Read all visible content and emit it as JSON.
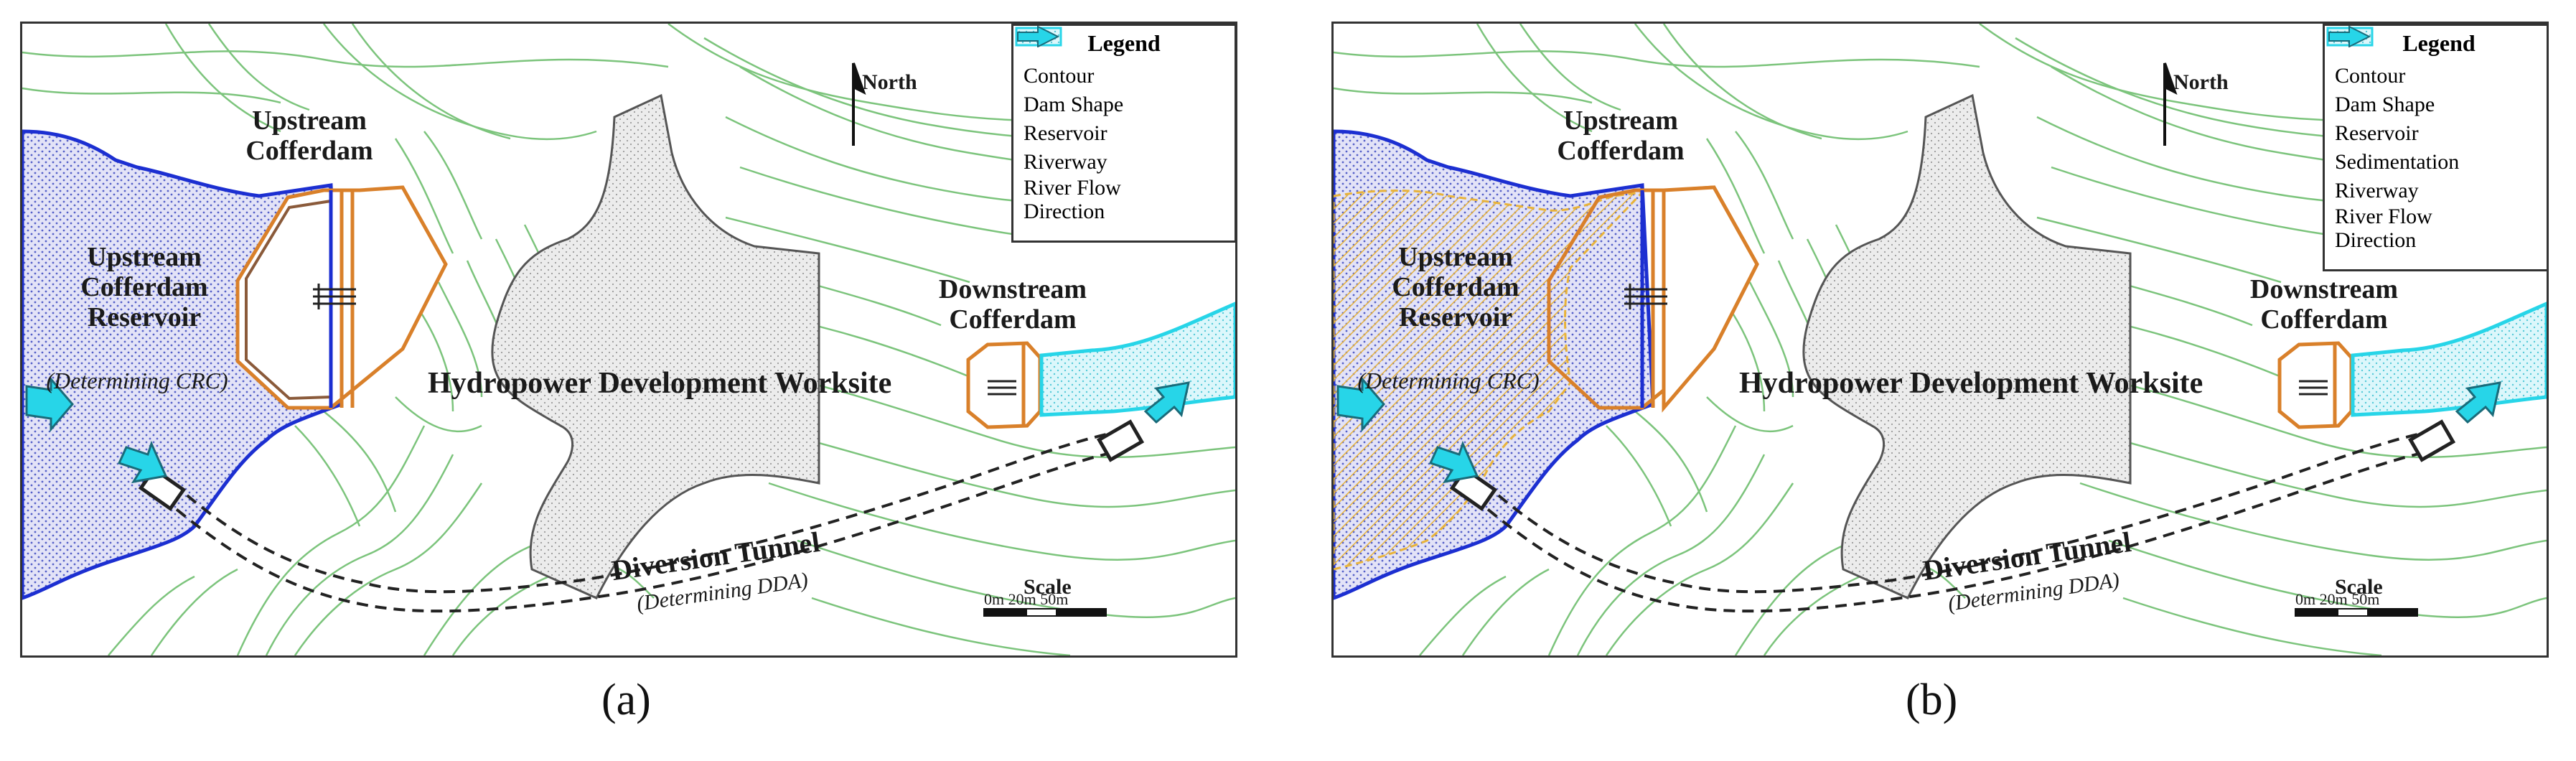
{
  "panel_a": {
    "caption": "(a)",
    "legend": {
      "title": "Legend",
      "items": [
        {
          "label": "Contour",
          "kind": "contour"
        },
        {
          "label": "Dam Shape",
          "kind": "dam"
        },
        {
          "label": "Reservoir",
          "kind": "reservoir"
        },
        {
          "label": "Riverway",
          "kind": "riverway"
        },
        {
          "label": "River Flow Direction",
          "kind": "flow"
        }
      ]
    },
    "north_label": "North",
    "upstream_cofferdam": "Upstream Cofferdam",
    "reservoir_label": "Upstream Cofferdam Reservoir",
    "reservoir_sub": "(Determining CRC)",
    "worksite_label": "Hydropower Development Worksite",
    "downstream_cofferdam": "Downstream Cofferdam",
    "tunnel_label": "Diversion Tunnel",
    "tunnel_sub": "(Determining DDA)",
    "scale_title": "Scale",
    "scale_ticks": "0m 20m 50m"
  },
  "panel_b": {
    "caption": "(b)",
    "legend": {
      "title": "Legend",
      "items": [
        {
          "label": "Contour",
          "kind": "contour"
        },
        {
          "label": "Dam Shape",
          "kind": "dam"
        },
        {
          "label": "Reservoir",
          "kind": "reservoir"
        },
        {
          "label": "Sedimentation",
          "kind": "sediment"
        },
        {
          "label": "Riverway",
          "kind": "riverway"
        },
        {
          "label": "River Flow Direction",
          "kind": "flow"
        }
      ]
    },
    "north_label": "North",
    "upstream_cofferdam": "Upstream Cofferdam",
    "reservoir_label": "Upstream Cofferdam Reservoir",
    "reservoir_sub": "(Determining CRC)",
    "worksite_label": "Hydropower Development Worksite",
    "downstream_cofferdam": "Downstream Cofferdam",
    "tunnel_label": "Diversion Tunnel",
    "tunnel_sub": "(Determining DDA)",
    "scale_title": "Scale",
    "scale_ticks": "0m 20m 50m"
  },
  "colors": {
    "contour": "#7cc47c",
    "reservoir_line": "#1c2fd1",
    "reservoir_fill": "#dcdcf5",
    "cofferdam": "#d9802a",
    "riverway": "#27d5e8",
    "sediment": "#e8b33a",
    "dam_fill": "#e6e6e6",
    "tunnel": "#222222"
  }
}
